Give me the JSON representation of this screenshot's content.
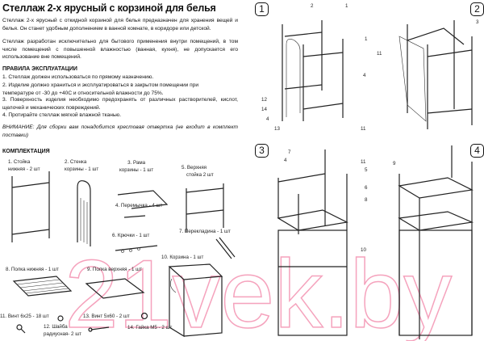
{
  "title": "Стеллаж 2-х ярусный с корзиной для белья",
  "intro": [
    "Стеллаж 2-х ярусный с откидной корзиной для белья предназначен для хранения вещей и белья. Он станет удобным дополнением в ванной комнате, в коридоре или детской.",
    "Стеллаж разработан исключительно для бытового применения внутри помещений, в том числе помещений с повышенной влажностью (ванная, кухня), не допускается его использование вне помещений."
  ],
  "rules": {
    "heading": "ПРАВИЛА ЭКСПЛУАТАЦИИ",
    "items": [
      "1. Стеллаж должен использоваться по прямому назначению.",
      "2. Изделие должно храниться и эксплуатироваться в закрытом помещении при температуре от -30 до +40С и относительной влажности до 75%.",
      "3. Поверхность изделия необходимо предохранять от различных растворителей, кислот, щелочей и механических повреждений.",
      "4. Протирайте стеллаж мягкой влажной тканью."
    ]
  },
  "attention": "ВНИМАНИЕ: Для сборки вам понадобится крестовая отвертка (не входит в комплект поставки)",
  "kit": {
    "heading": "КОМПЛЕКТАЦИЯ",
    "parts": [
      {
        "l1": "1. Стойка",
        "l2": "нижняя - 2 шт"
      },
      {
        "l1": "2. Стенка",
        "l2": "корзины - 1 шт"
      },
      {
        "l1": "3. Рама",
        "l2": "корзины - 1 шт"
      },
      {
        "l1": "4. Перемычка - 4 шт"
      },
      {
        "l1": "5. Верхняя",
        "l2": "стойка 2 шт"
      },
      {
        "l1": "6. Крючки - 1 шт"
      },
      {
        "l1": "7. Перекладина - 1 шт"
      },
      {
        "l1": "8. Полка нижняя - 1 шт"
      },
      {
        "l1": "9. Полка верхняя - 1 шт"
      },
      {
        "l1": "10. Корзина - 1 шт"
      },
      {
        "l1": "11. Винт 6х25 - 18 шт"
      },
      {
        "l1": "12. Шайба",
        "l2": "радиусная- 2 шт"
      },
      {
        "l1": "13. Винт 5х60 - 2 шт"
      },
      {
        "l1": "14. Гайка М5 - 2 шт"
      }
    ]
  },
  "steps": [
    {
      "num": "1",
      "callouts": [
        "2",
        "1",
        "1",
        "4",
        "12",
        "14",
        "4",
        "13",
        "11"
      ]
    },
    {
      "num": "2",
      "callouts": [
        "3",
        "11"
      ]
    },
    {
      "num": "3",
      "callouts": [
        "7",
        "4",
        "11",
        "5",
        "6",
        "8",
        "10"
      ]
    },
    {
      "num": "4",
      "callouts": [
        "9"
      ]
    }
  ],
  "watermark": "21vek.by"
}
